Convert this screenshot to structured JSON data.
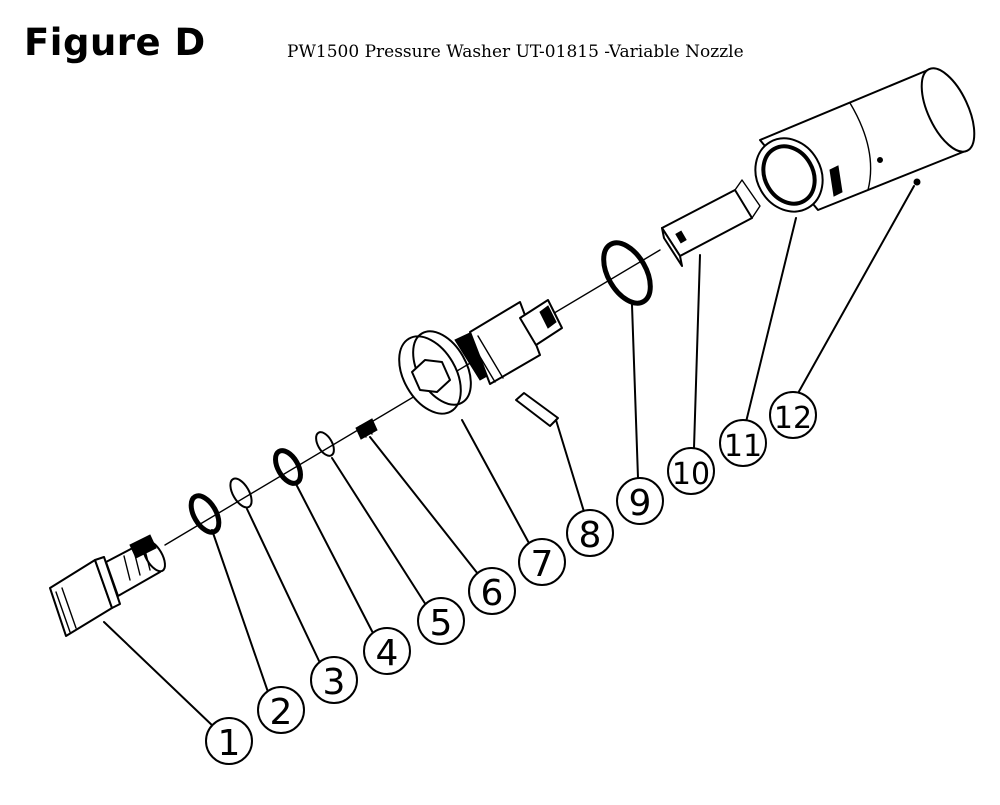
{
  "figure": {
    "label": "Figure D",
    "caption": "PW1500 Pressure Washer UT-01815 -Variable Nozzle"
  },
  "callouts": [
    {
      "number": "1"
    },
    {
      "number": "2"
    },
    {
      "number": "3"
    },
    {
      "number": "4"
    },
    {
      "number": "5"
    },
    {
      "number": "6"
    },
    {
      "number": "7"
    },
    {
      "number": "8"
    },
    {
      "number": "9"
    },
    {
      "number": "10"
    },
    {
      "number": "11"
    },
    {
      "number": "12"
    }
  ]
}
